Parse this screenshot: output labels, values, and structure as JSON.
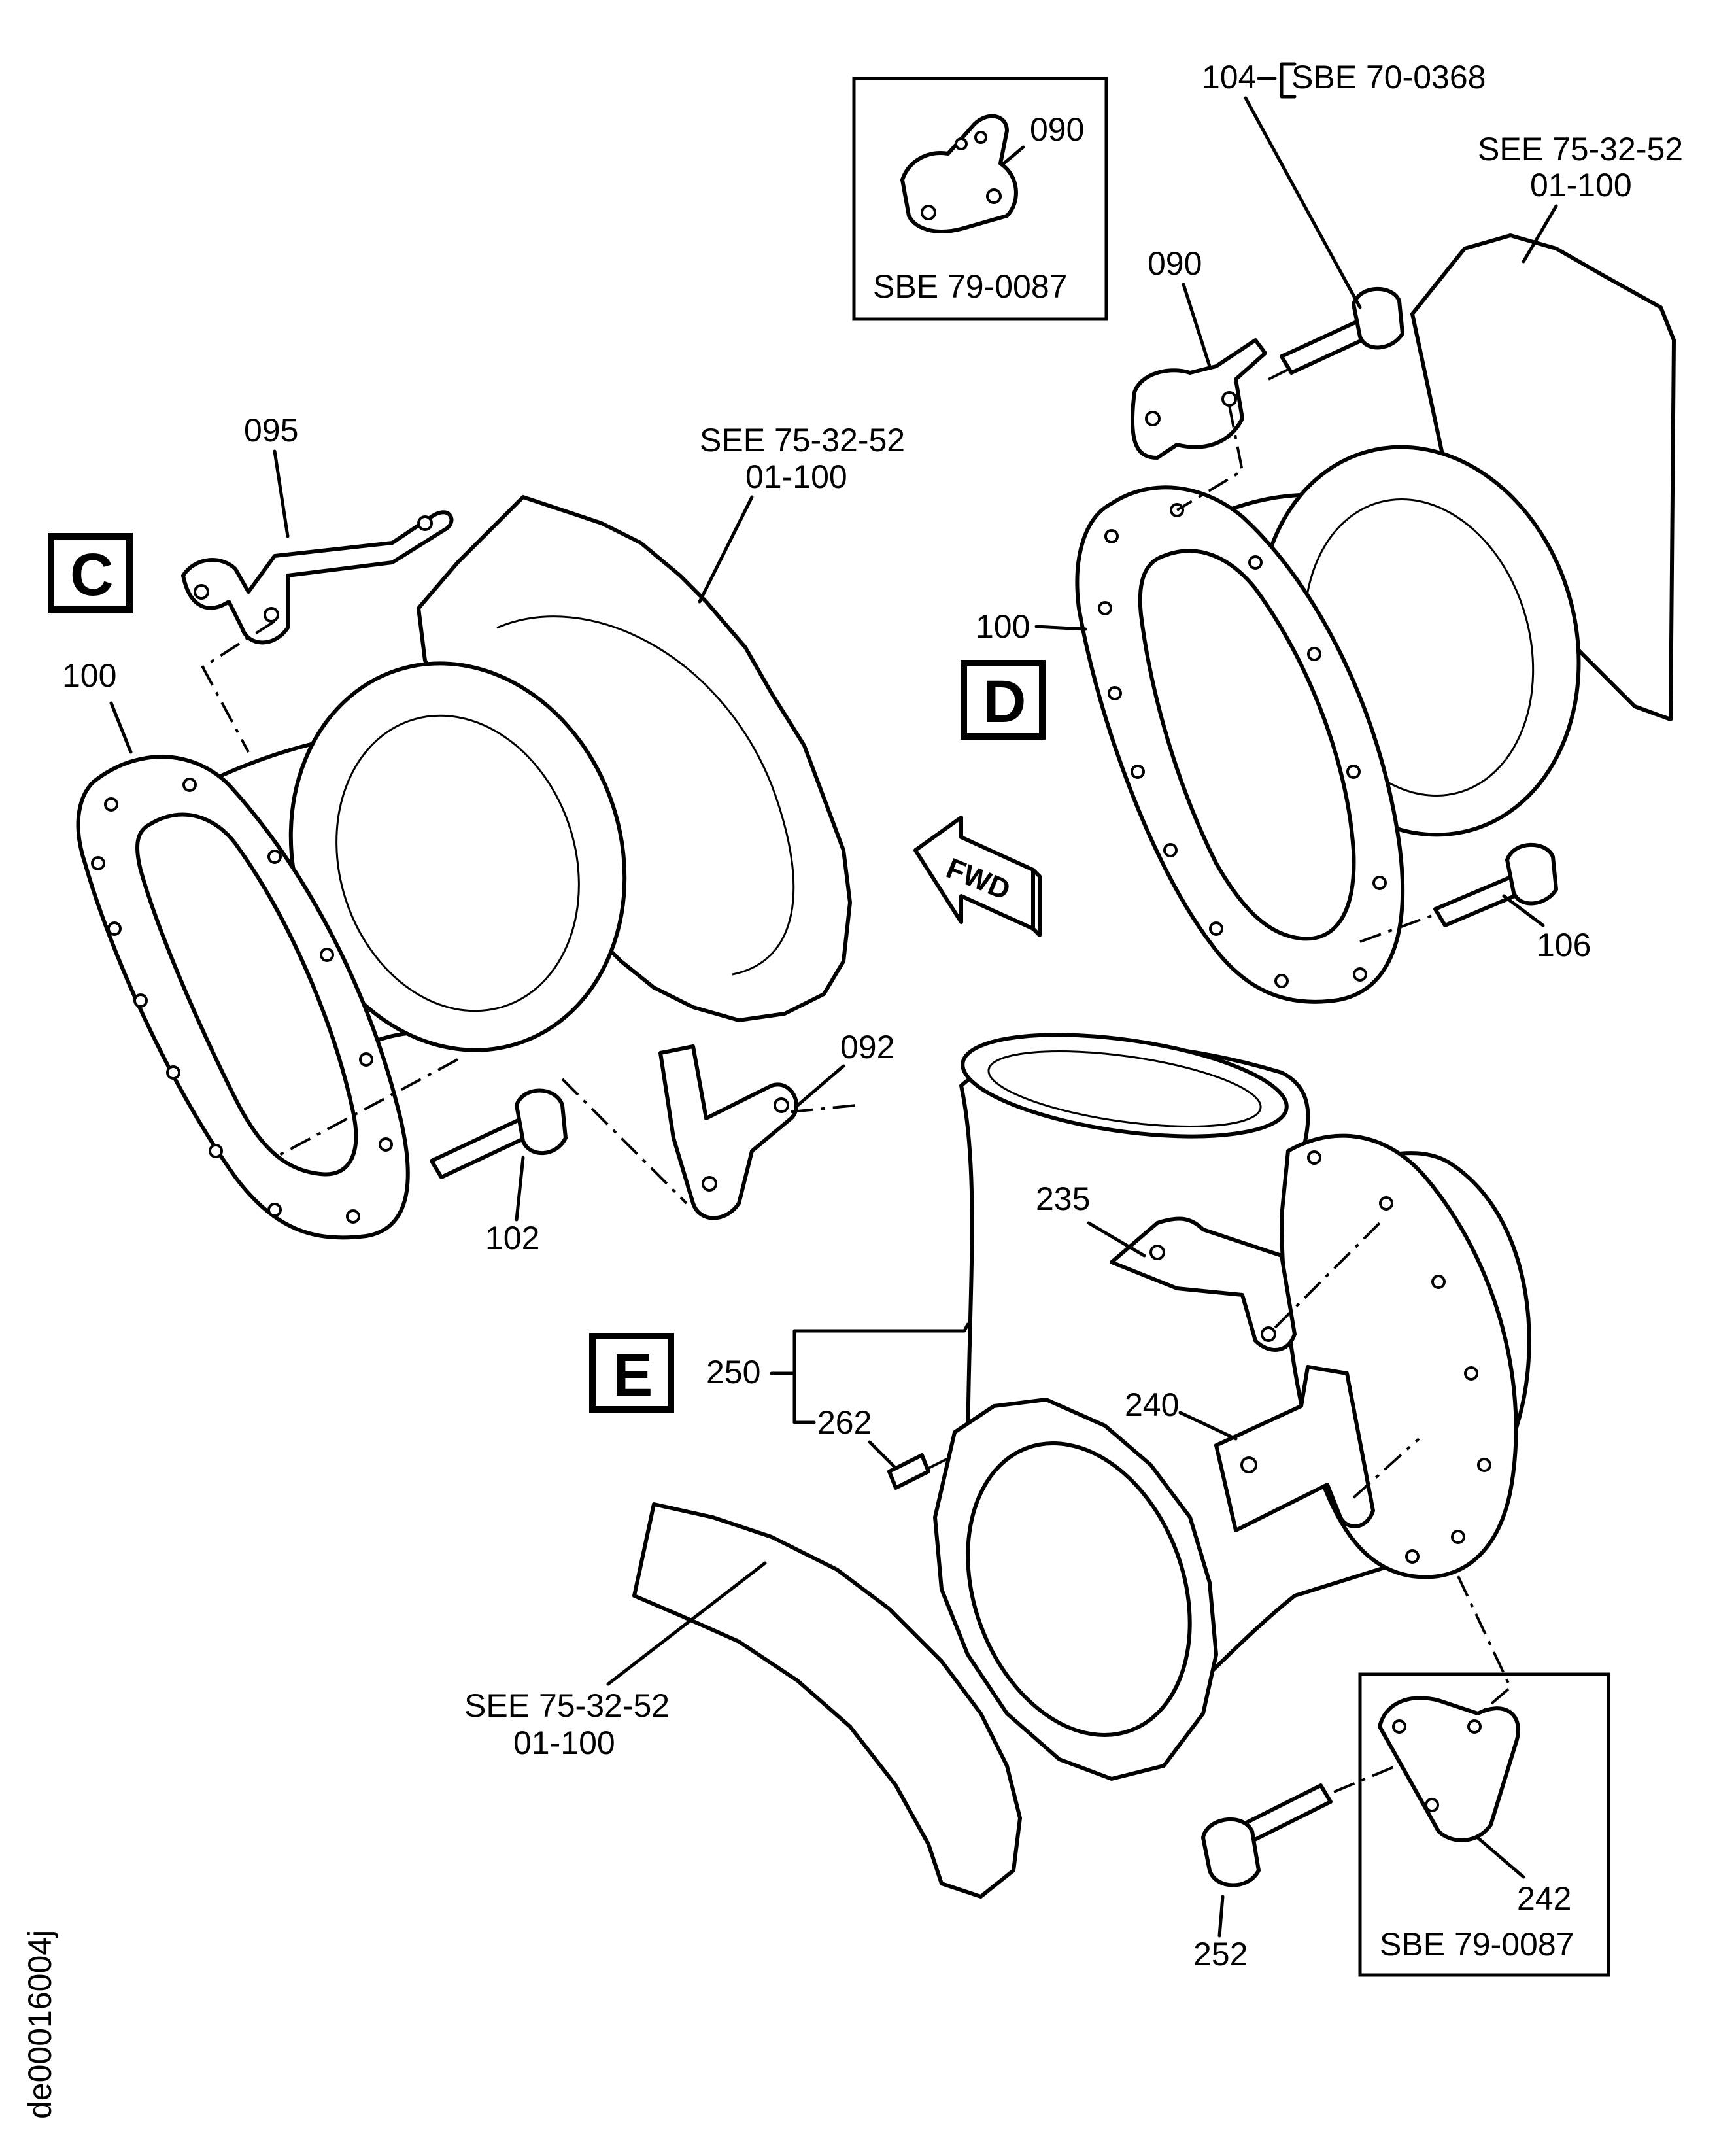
{
  "views": {
    "c": {
      "letter": "C"
    },
    "d": {
      "letter": "D"
    },
    "e": {
      "letter": "E"
    }
  },
  "direction_label": "FWD",
  "inset_top": {
    "item": "090",
    "note": "SBE 79-0087"
  },
  "inset_bottom": {
    "item": "242",
    "note": "SBE 79-0087"
  },
  "callouts": {
    "c095": "095",
    "c100a": "100",
    "c102": "102",
    "c092": "092",
    "c090": "090",
    "c104": "104",
    "c104_sbe": "SBE 70-0368",
    "c100b": "100",
    "c106": "106",
    "c235": "235",
    "c240": "240",
    "c250": "250",
    "c262": "262",
    "c252": "252"
  },
  "see_refs": {
    "ref1_line1": "SEE 75-32-52",
    "ref1_line2": "01-100",
    "ref2_line1": "SEE 75-32-52",
    "ref2_line2": "01-100",
    "ref3_line1": "SEE 75-32-52",
    "ref3_line2": "01-100"
  },
  "figure_id": "de00016004j"
}
